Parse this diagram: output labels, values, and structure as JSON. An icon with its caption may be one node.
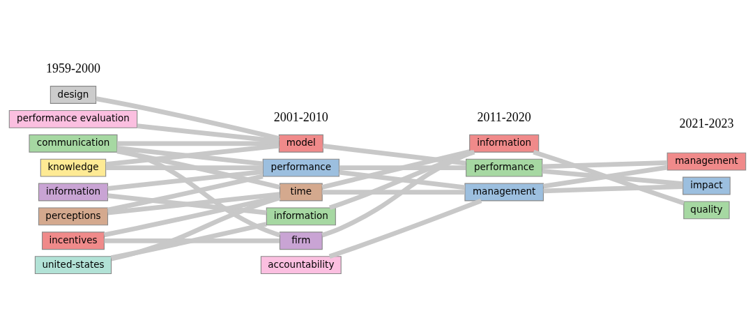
{
  "diagram": {
    "nodes": [
      {
        "text": [
          "design"
        ]
      },
      {
        "text": [
          "performance evaluation"
        ]
      },
      {
        "text": [
          "communication"
        ]
      },
      {
        "text": [
          "knowledge"
        ]
      },
      {
        "text": [
          "information"
        ]
      },
      {
        "text": [
          "perceptions"
        ]
      },
      {
        "text": [
          "incentives"
        ]
      },
      {
        "text": [
          "united-states"
        ]
      },
      {
        "text": [
          "model"
        ]
      },
      {
        "text": [
          "performance"
        ]
      },
      {
        "text": [
          "time"
        ]
      },
      {
        "text": [
          "information"
        ]
      },
      {
        "text": [
          "firm"
        ]
      },
      {
        "text": [
          "accountability"
        ]
      },
      {
        "text": [
          "information"
        ]
      },
      {
        "text": [
          "performance"
        ]
      },
      {
        "text": [
          "management"
        ]
      },
      {
        "text": [
          "management"
        ]
      },
      {
        "text": [
          "impact"
        ]
      },
      {
        "text": [
          "quality"
        ]
      }
    ],
    "edges": [
      {
        "from": 0,
        "to": 8,
        "arrow": "none"
      },
      {
        "from": 1,
        "to": 8,
        "arrow": "none"
      },
      {
        "from": 2,
        "to": 8,
        "arrow": "none"
      },
      {
        "from": 2,
        "to": 9,
        "arrow": "none"
      },
      {
        "from": 2,
        "to": 10,
        "arrow": "none"
      },
      {
        "from": 2,
        "to": 12,
        "arrow": "none"
      },
      {
        "from": 3,
        "to": 8,
        "arrow": "none"
      },
      {
        "from": 3,
        "to": 9,
        "arrow": "none"
      },
      {
        "from": 4,
        "to": 9,
        "arrow": "none"
      },
      {
        "from": 4,
        "to": 11,
        "arrow": "none"
      },
      {
        "from": 5,
        "to": 9,
        "arrow": "none"
      },
      {
        "from": 5,
        "to": 10,
        "arrow": "none"
      },
      {
        "from": 6,
        "to": 10,
        "arrow": "none"
      },
      {
        "from": 6,
        "to": 12,
        "arrow": "none"
      },
      {
        "from": 7,
        "to": 10,
        "arrow": "none"
      },
      {
        "from": 7,
        "to": 11,
        "arrow": "none"
      },
      {
        "from": 8,
        "to": 15,
        "arrow": "none"
      },
      {
        "from": 9,
        "to": 15,
        "arrow": "none"
      },
      {
        "from": 9,
        "to": 16,
        "arrow": "none"
      },
      {
        "from": 10,
        "to": 14,
        "arrow": "none"
      },
      {
        "from": 10,
        "to": 16,
        "arrow": "none"
      },
      {
        "from": 11,
        "to": 14,
        "arrow": "none"
      },
      {
        "from": 12,
        "to": 14,
        "arrow": "none"
      },
      {
        "from": 13,
        "to": 16,
        "arrow": "none"
      },
      {
        "from": 14,
        "to": 19,
        "arrow": "none"
      },
      {
        "from": 15,
        "to": 17,
        "arrow": "none"
      },
      {
        "from": 15,
        "to": 18,
        "arrow": "none"
      },
      {
        "from": 16,
        "to": 17,
        "arrow": "none"
      },
      {
        "from": 16,
        "to": 18,
        "arrow": "none"
      }
    ],
    "labels": [
      "1959-2000",
      "2001-2010",
      "2011-2020",
      "2021-2023"
    ]
  }
}
